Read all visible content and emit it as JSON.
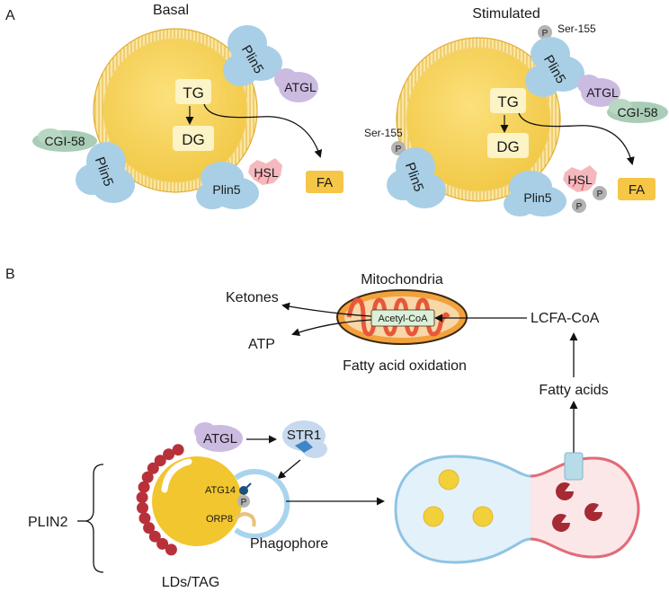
{
  "panel_a": {
    "label": "A",
    "basal": {
      "title": "Basal",
      "plin5_top": "Plin5",
      "atgl": "ATGL",
      "cgi58": "CGI-58",
      "plin5_left": "Plin5",
      "plin5_bottom": "Plin5",
      "hsl": "HSL",
      "tg": "TG",
      "dg": "DG",
      "fa": "FA"
    },
    "stimulated": {
      "title": "Stimulated",
      "ser_top": "Ser-155",
      "ser_left": "Ser-155",
      "p": "P",
      "plin5_top": "Plin5",
      "atgl": "ATGL",
      "cgi58": "CGI-58",
      "plin5_left": "Plin5",
      "plin5_bottom": "Plin5",
      "hsl": "HSL",
      "tg": "TG",
      "dg": "DG",
      "fa": "FA"
    }
  },
  "panel_b": {
    "label": "B",
    "mitochondria": "Mitochondria",
    "acetyl_coa": "Acetyl-CoA",
    "ketones": "Ketones",
    "atp": "ATP",
    "lcfa_coa": "LCFA-CoA",
    "fao": "Fatty acid oxidation",
    "fatty_acids": "Fatty acids",
    "atgl": "ATGL",
    "str1": "STR1",
    "atg14": "ATG14",
    "p": "P",
    "orp8": "ORP8",
    "plin2": "PLIN2",
    "phagophore": "Phagophore",
    "lds": "LDs/TAG"
  },
  "colors": {
    "droplet": "#f7d25a",
    "membrane": "#e9b93a",
    "plin5": "#a8cfe6",
    "atgl": "#cbbbe0",
    "cgi58": "#a9cdb6",
    "hsl": "#f4b9bf",
    "fa": "#f6c646",
    "phospho": "#b3b3b3",
    "plin2": "#b8313a",
    "mito_outer": "#f3a13c",
    "mito_inner": "#e8573a"
  }
}
